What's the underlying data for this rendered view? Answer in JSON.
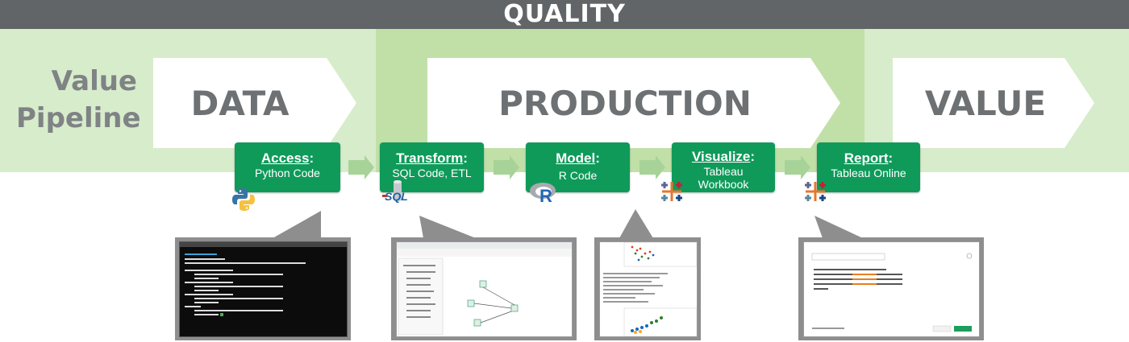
{
  "header": {
    "title": "QUALITY"
  },
  "pipeline": {
    "label_line1": "Value",
    "label_line2": "Pipeline"
  },
  "stages": [
    {
      "label": "DATA"
    },
    {
      "label": "PRODUCTION"
    },
    {
      "label": "VALUE"
    }
  ],
  "steps": [
    {
      "title": "Access",
      "colon": ":",
      "sub1": "Python Code",
      "sub2": "",
      "icon": "python-icon"
    },
    {
      "title": "Transform",
      "colon": ":",
      "sub1": "SQL Code, ETL",
      "sub2": "",
      "icon": "sql-icon"
    },
    {
      "title": "Model",
      "colon": ":",
      "sub1": "R Code",
      "sub2": "",
      "icon": "r-icon"
    },
    {
      "title": "Visualize",
      "colon": ":",
      "sub1": "Tableau",
      "sub2": "Workbook",
      "icon": "tableau-icon"
    },
    {
      "title": "Report",
      "colon": ":",
      "sub1": "Tableau Online",
      "sub2": "",
      "icon": "tableau-icon"
    }
  ],
  "colors": {
    "step_green": "#0f9a5a",
    "band_light": "#d7eccb",
    "band_mid": "#c0e0a8",
    "header_gray": "#626567"
  }
}
